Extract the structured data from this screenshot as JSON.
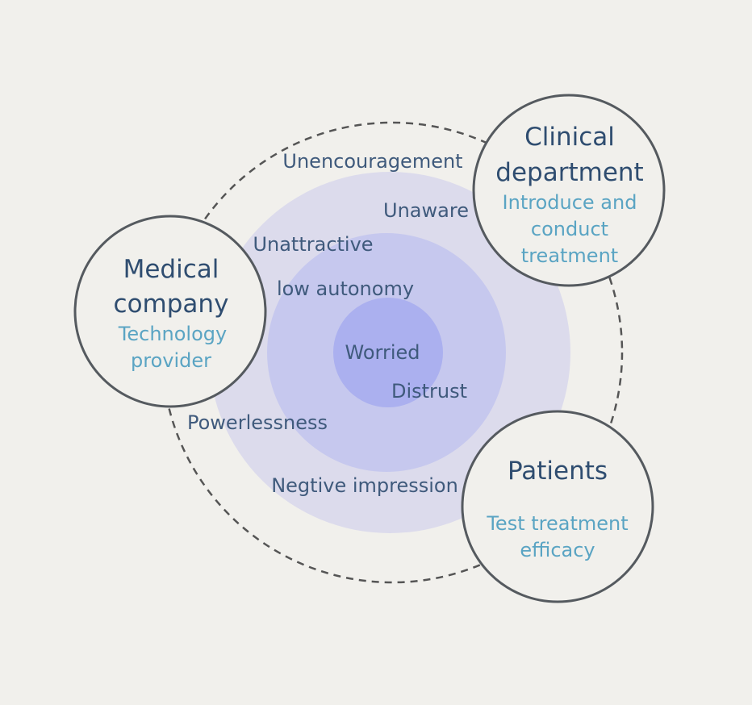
{
  "emotions": {
    "unencouragement": "Unencouragement",
    "unaware": "Unaware",
    "unattractive": "Unattractive",
    "low_autonomy": "low autonomy",
    "worried": "Worried",
    "distrust": "Distrust",
    "powerlessness": "Powerlessness",
    "negative_impression": "Negtive impression"
  },
  "stakeholders": {
    "medical_company": {
      "title_line1": "Medical",
      "title_line2": "company",
      "role_line1": "Technology",
      "role_line2": "provider"
    },
    "clinical_department": {
      "title_line1": "Clinical",
      "title_line2": "department",
      "role_line1": "Introduce and",
      "role_line2": "conduct",
      "role_line3": "treatment"
    },
    "patients": {
      "title": "Patients",
      "role_line1": "Test treatment",
      "role_line2": "efficacy"
    }
  },
  "colors": {
    "background": "#f1f0ec",
    "ring_outer": "#dcdbec",
    "ring_middle": "#c6c8ee",
    "ring_inner": "#abb0ef",
    "stakeholder_border": "#555a5f",
    "dashed_orbit": "#555555",
    "emotion_text": "#3f5a7c",
    "title_text": "#2f4d70",
    "role_text": "#5aa4c3"
  }
}
